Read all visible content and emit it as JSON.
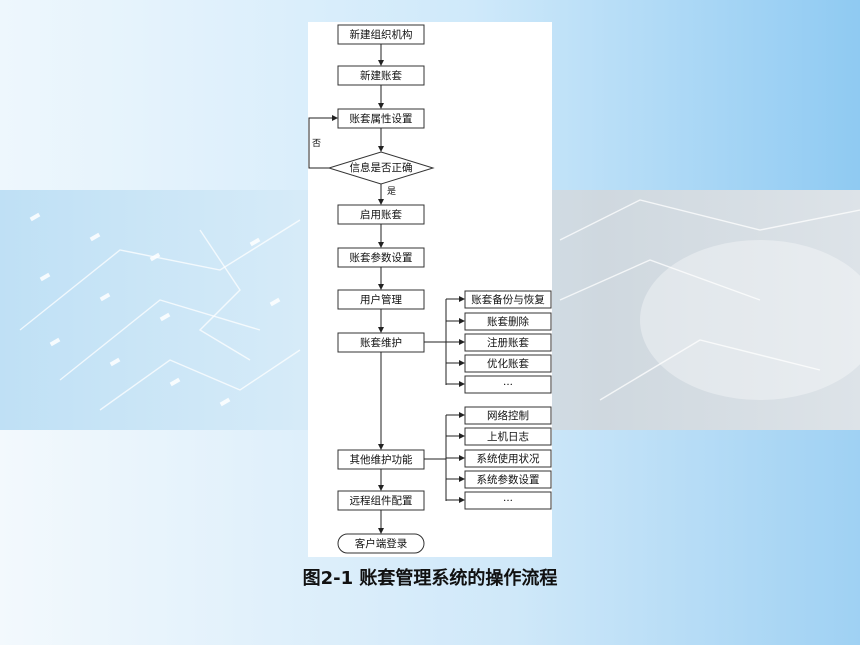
{
  "colors": {
    "sky_light": "#e9f5fd",
    "sky_mid": "#bfe2f8",
    "sky_deep": "#8fcaf2",
    "node_stroke": "#333333",
    "caption_text": "#111111"
  },
  "caption": "图2-1  账套管理系统的操作流程",
  "flowchart": {
    "nodes": {
      "new_org": "新建组织机构",
      "new_account_set": "新建账套",
      "account_props": "账套属性设置",
      "info_correct": "信息是否正确",
      "enable_account": "启用账套",
      "account_params": "账套参数设置",
      "user_mgmt": "用户管理",
      "account_maint": "账套维护",
      "backup_restore": "账套备份与恢复",
      "delete_account": "账套删除",
      "register_account": "注册账套",
      "optimize_account": "优化账套",
      "maint_more": "···",
      "network_ctrl": "网络控制",
      "login_log": "上机日志",
      "system_usage": "系统使用状况",
      "system_params": "系统参数设置",
      "other_more": "···",
      "other_maint": "其他维护功能",
      "remote_config": "远程组件配置",
      "client_login": "客户端登录"
    },
    "edge_labels": {
      "no": "否",
      "yes": "是"
    }
  }
}
